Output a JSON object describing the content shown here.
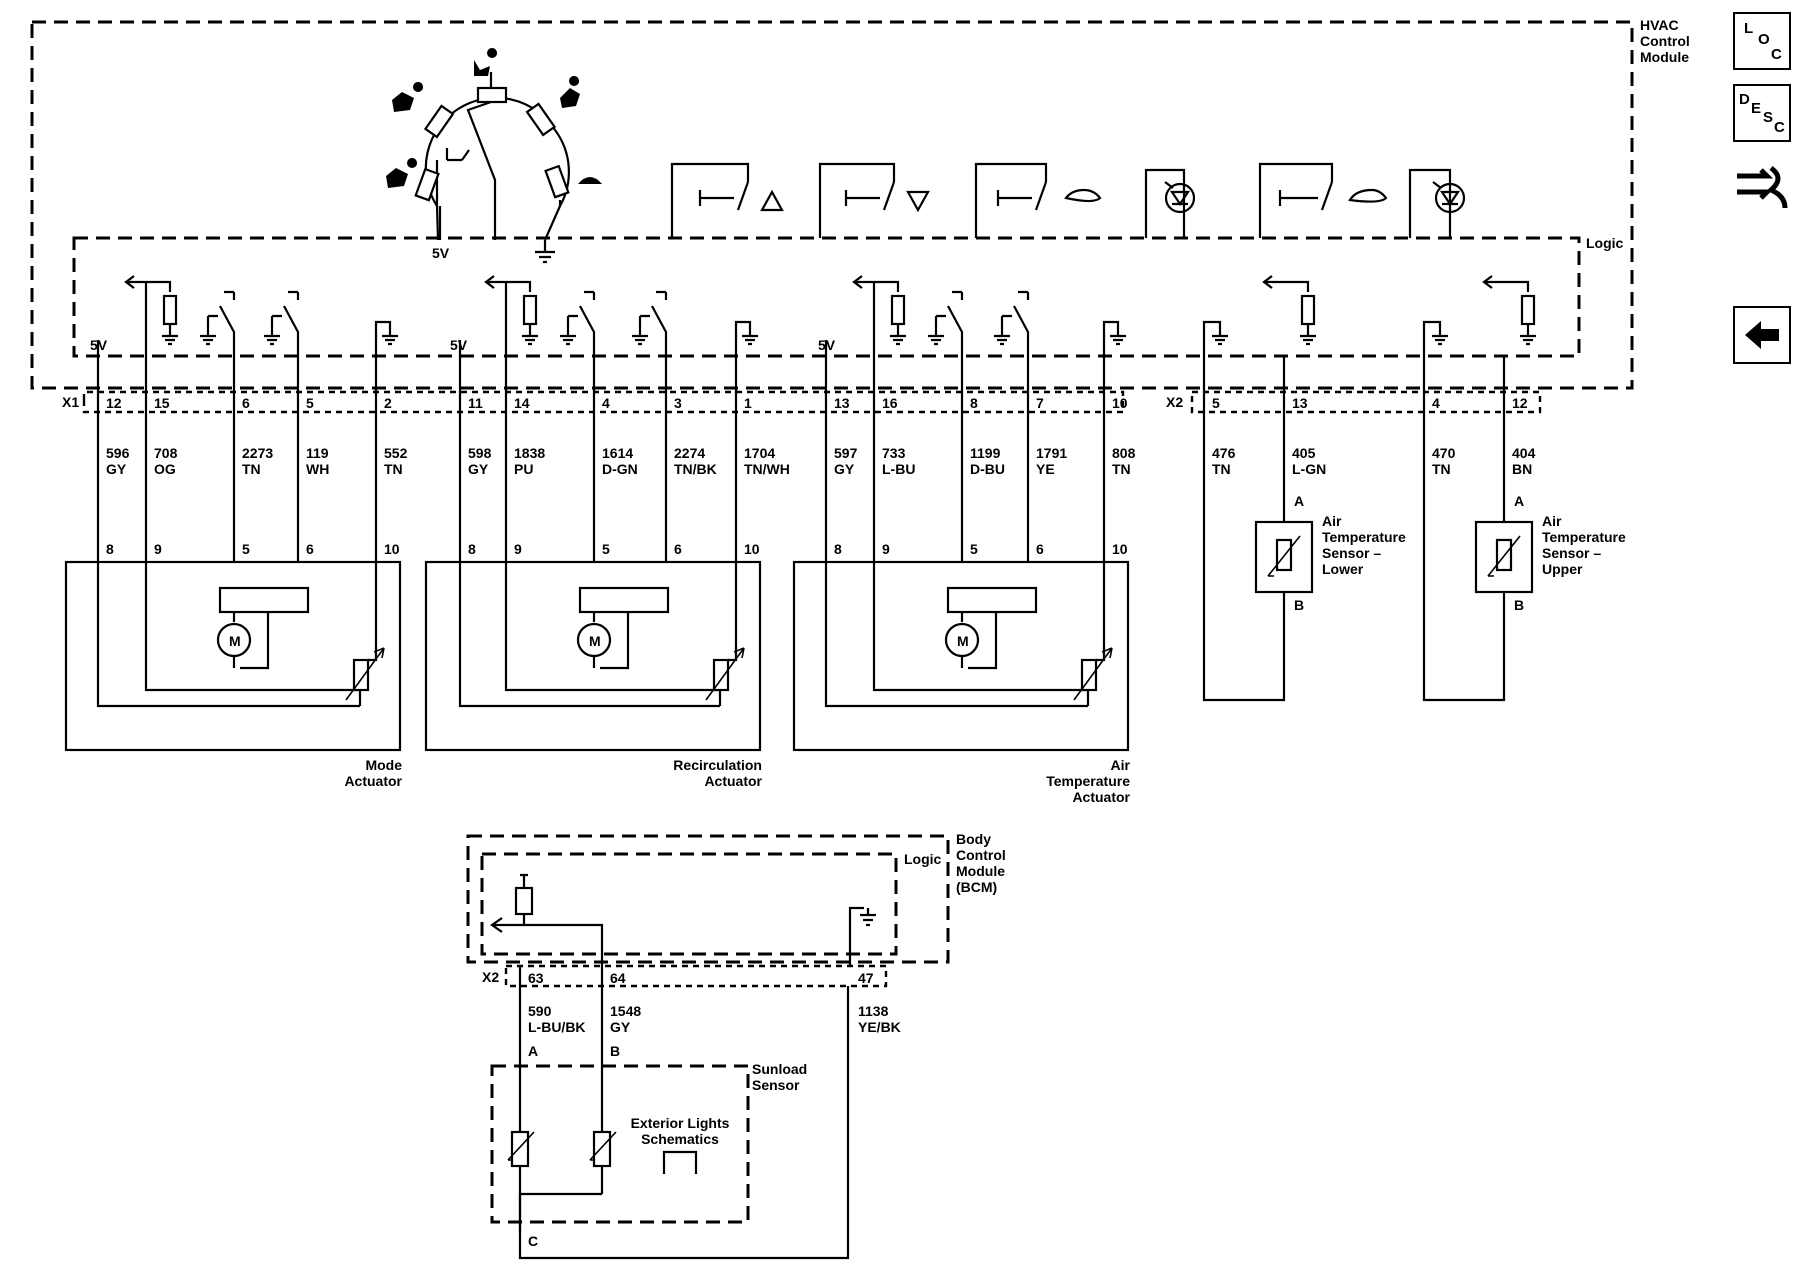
{
  "modules": {
    "hvac": "HVAC\nControl\nModule",
    "logic": "Logic",
    "bcm": "Body\nControl\nModule\n(BCM)",
    "bcm_logic": "Logic"
  },
  "volt_label": "5V",
  "connectors": {
    "x1": "X1",
    "x2": "X2",
    "bcm_x2": "X2"
  },
  "x1_pins": [
    "12",
    "15",
    "6",
    "5",
    "2",
    "11",
    "14",
    "4",
    "3",
    "1",
    "13",
    "16",
    "8",
    "7",
    "10"
  ],
  "x2_pins": [
    "5",
    "13",
    "4",
    "12"
  ],
  "circuits": [
    [
      "596",
      "GY"
    ],
    [
      "708",
      "OG"
    ],
    [
      "2273",
      "TN"
    ],
    [
      "119",
      "WH"
    ],
    [
      "552",
      "TN"
    ],
    [
      "598",
      "GY"
    ],
    [
      "1838",
      "PU"
    ],
    [
      "1614",
      "D-GN"
    ],
    [
      "2274",
      "TN/BK"
    ],
    [
      "1704",
      "TN/WH"
    ],
    [
      "597",
      "GY"
    ],
    [
      "733",
      "L-BU"
    ],
    [
      "1199",
      "D-BU"
    ],
    [
      "1791",
      "YE"
    ],
    [
      "808",
      "TN"
    ],
    [
      "476",
      "TN"
    ],
    [
      "405",
      "L-GN"
    ],
    [
      "470",
      "TN"
    ],
    [
      "404",
      "BN"
    ]
  ],
  "actuator_pins": [
    "8",
    "9",
    "5",
    "6",
    "10"
  ],
  "motor_label": "M",
  "actuators": [
    "Mode\nActuator",
    "Recirculation\nActuator",
    "Air\nTemperature\nActuator"
  ],
  "sensors": {
    "lower": {
      "name": "Air\nTemperature\nSensor –\nLower",
      "pin_a": "A",
      "pin_b": "B"
    },
    "upper": {
      "name": "Air\nTemperature\nSensor –\nUpper",
      "pin_a": "A",
      "pin_b": "B"
    }
  },
  "bcm_pins": [
    "63",
    "64",
    "47"
  ],
  "bcm_circuits": [
    [
      "590",
      "L-BU/BK"
    ],
    [
      "1548",
      "GY"
    ],
    [
      "1138",
      "YE/BK"
    ]
  ],
  "sunload": {
    "name": "Sunload\nSensor",
    "pin_a": "A",
    "pin_b": "B",
    "pin_c": "C",
    "exterior_link": "Exterior Lights\nSchematics"
  },
  "nav": {
    "loc": [
      "L",
      "O",
      "C"
    ],
    "desc": [
      "D",
      "E",
      "S",
      "C"
    ],
    "connector_icon": "connector-icon",
    "back_icon": "back-arrow-icon"
  }
}
